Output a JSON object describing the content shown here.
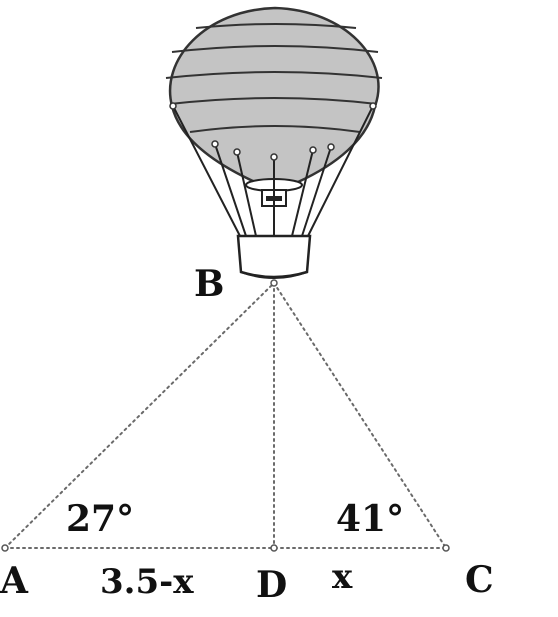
{
  "points": {
    "A": "A",
    "B": "B",
    "C": "C",
    "D": "D"
  },
  "angles": {
    "at_A": "27°",
    "at_C": "41°"
  },
  "lengths": {
    "AD": "3.5-x",
    "DC": "x"
  },
  "icons": {
    "balloon": "hot-air-balloon-icon"
  },
  "colors": {
    "balloon_fill": "#c4c4c4",
    "outline": "#333333",
    "dotted_line": "#6a6a6a"
  }
}
